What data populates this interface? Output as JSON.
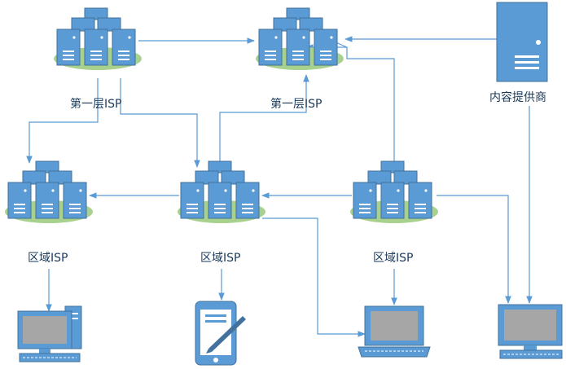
{
  "labels": {
    "isp_tier1_left": "第一层ISP",
    "isp_tier1_right": "第一层ISP",
    "content_provider": "内容提供商",
    "regional_isp_left": "区域ISP",
    "regional_isp_middle": "区域ISP",
    "regional_isp_right": "区域ISP"
  },
  "colors": {
    "server_blue": "#5b9bd5",
    "server_dark": "#41719c",
    "server_face_light": "#bdd7ee",
    "platform_green": "#a9d18e",
    "line_blue": "#5b9bd5",
    "screen_gray": "#a6a6a6"
  },
  "icons": {
    "server_cluster": "server-cluster-icon",
    "server_tower": "server-tower-icon",
    "desktop": "desktop-computer-icon",
    "tablet": "tablet-stylus-icon",
    "laptop": "laptop-icon",
    "monitor": "monitor-icon"
  }
}
